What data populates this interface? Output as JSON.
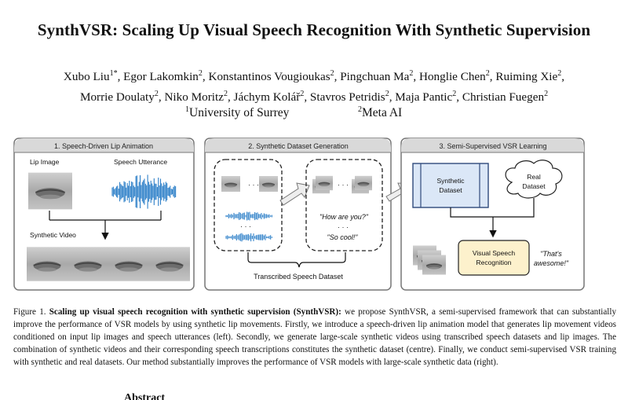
{
  "title": "SynthVSR: Scaling Up Visual Speech Recognition With Synthetic Supervision",
  "authors": {
    "line1": [
      {
        "name": "Xubo Liu",
        "sup": "1*"
      },
      {
        "name": "Egor Lakomkin",
        "sup": "2"
      },
      {
        "name": "Konstantinos Vougioukas",
        "sup": "2"
      },
      {
        "name": "Pingchuan Ma",
        "sup": "2"
      },
      {
        "name": "Honglie Chen",
        "sup": "2"
      },
      {
        "name": "Ruiming Xie",
        "sup": "2"
      }
    ],
    "line2": [
      {
        "name": "Morrie Doulaty",
        "sup": "2"
      },
      {
        "name": "Niko Moritz",
        "sup": "2"
      },
      {
        "name": "Jáchym Kolář",
        "sup": "2"
      },
      {
        "name": "Stavros Petridis",
        "sup": "2"
      },
      {
        "name": "Maja Pantic",
        "sup": "2"
      },
      {
        "name": "Christian Fuegen",
        "sup": "2"
      }
    ]
  },
  "affiliations": [
    {
      "sup": "1",
      "name": "University of Surrey"
    },
    {
      "sup": "2",
      "name": "Meta AI"
    }
  ],
  "figure": {
    "panel1": {
      "header": "1. Speech-Driven Lip Animation",
      "lip_image_label": "Lip Image",
      "speech_label": "Speech Utterance",
      "synthetic_video_label": "Synthetic Video"
    },
    "panel2": {
      "header": "2. Synthetic Dataset Generation",
      "dots": "· · ·",
      "quote1": "\"How are you?\"",
      "quote2": "\"So cool!\"",
      "bottom_label": "Transcribed Speech Dataset"
    },
    "panel3": {
      "header": "3. Semi-Supervised VSR Learning",
      "synthetic_dataset": [
        "Synthetic",
        "Dataset"
      ],
      "real_dataset": [
        "Real",
        "Dataset"
      ],
      "vsr": [
        "Visual Speech",
        "Recognition"
      ],
      "output_quote": [
        "\"That's",
        "awesome!\""
      ]
    }
  },
  "caption": {
    "label": "Figure 1.",
    "bold": "Scaling up visual speech recognition with synthetic supervision (SynthVSR):",
    "text": " we propose SynthVSR, a semi-supervised framework that can substantially improve the performance of VSR models by using synthetic lip movements. Firstly, we introduce a speech-driven lip animation model that generates lip movement videos conditioned on input lip images and speech utterances (left). Secondly, we generate large-scale synthetic videos using transcribed speech datasets and lip images. The combination of synthetic videos and their corresponding speech transcriptions constitutes the synthetic dataset (centre). Finally, we conduct semi-supervised VSR training with synthetic and real datasets. Our method substantially improves the performance of VSR models with large-scale synthetic data (right)."
  },
  "next_heading": "Abstract",
  "colors": {
    "panel_header_bg": "#d9d9d9",
    "synthetic_box": "#dbe7f7",
    "synthetic_border": "#2f4a7c",
    "vsr_box": "#fdf1cc",
    "wave_blue": "#2c7fc8"
  }
}
